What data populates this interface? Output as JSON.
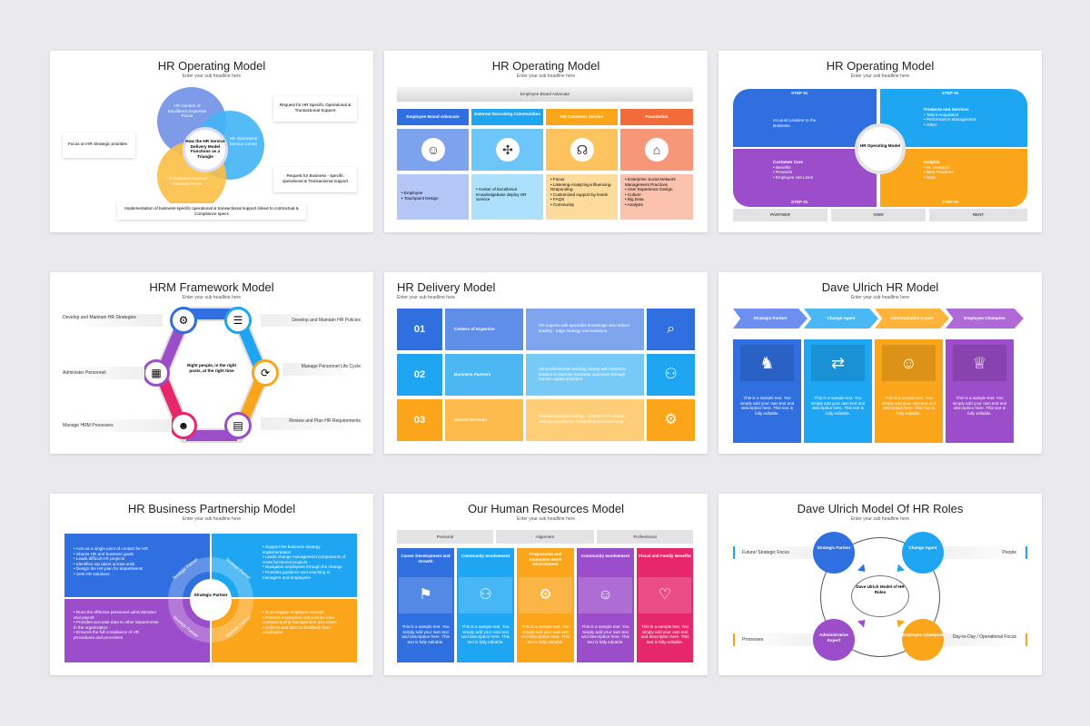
{
  "sub_headline": "Enter your sub headline here",
  "colors": {
    "blue": "#2f6fe0",
    "lightblue": "#1ea6f2",
    "orange": "#fba51b",
    "purple": "#9b4dca",
    "red": "#f5475d",
    "teal": "#1b9fe8"
  },
  "s1": {
    "title": "HR Operating Model",
    "circle_top": "HR Centers of Excellence Expertise Focus",
    "circle_right": "HR Operations Service Centre",
    "circle_bottom": "HR Business Partners Business Focus",
    "center": "How the HR Service Delivery Model Functions as a Triangle",
    "box_left": "Focus on HR Strategic priorities",
    "box_tr": "Request for HR Specific Operational & Transactional Support",
    "box_br": "Request for Business - specific operational & Transactional support",
    "box_bottom": "Implementation of business-specific operational & transactional support linked to contractual & Compliance specs"
  },
  "s2": {
    "title": "HR Operating Model",
    "top_bar": "Employee Brand Advocate",
    "headers": [
      "Employee Brand Advocate",
      "External Recruiting Communities",
      "HR Customer Service",
      "Foundation"
    ],
    "icons": [
      "person-icon",
      "network-icon",
      "headset-icon",
      "building-icon"
    ],
    "lists": [
      [
        "Employee",
        "Touchpoint Design"
      ],
      [
        "Center of Excellence Knowledgebase deploy HR Service"
      ],
      [
        "Focus",
        "Listening-Analyzing-influencing-Responding",
        "Customized support by levels",
        "FAQS",
        "Community"
      ],
      [
        "Enterprise Social Network Management Practices",
        "User Experience Design",
        "Culture",
        "Big Data",
        "Analysis"
      ]
    ]
  },
  "s3": {
    "title": "HR Operating Model",
    "step": "STEP 01",
    "center": "HR Operating Model",
    "q1": "Account Leaders to the Business",
    "q2_title": "Products and Services",
    "q2_items": [
      "Talent Acquisition",
      "Performance Management",
      "Other"
    ],
    "q3_title": "Customer Care",
    "q3_items": [
      "Benefits",
      "Rewards",
      "Employee Hot Lines"
    ],
    "q4_title": "Insights",
    "q4_items": [
      "Hr. Analytics",
      "Next Practices",
      "Data"
    ],
    "footer": [
      "PARTNER",
      "OWN",
      "RENT"
    ]
  },
  "s4": {
    "title": "HRM Framework Model",
    "center": "Right people, in the right posts, at the right time",
    "left": [
      "Develop and Maintain HR Strategies",
      "Administer Personnel",
      "Manage HRM Processes"
    ],
    "right": [
      "Develop and Maintain HR Policies",
      "Manage Personnel Life Cycle",
      "Review and Plan HR Requirements"
    ]
  },
  "s5": {
    "title": "HR Delivery Model",
    "rows": [
      {
        "num": "01",
        "label": "Centers of Expertise",
        "desc": "HR experts with specialist knowledge who deliver leading - edge strategy and solutions"
      },
      {
        "num": "02",
        "label": "Business Partners",
        "desc": "HR professionals working closely with business leaders to improve business outcomes through human capital solutions"
      },
      {
        "num": "03",
        "label": "Shared Services",
        "desc": "Standardized/technology - enabled HR service delivery excellence. Streamlined transactional"
      }
    ]
  },
  "s6": {
    "title": "Dave Ulrich HR Model",
    "headers": [
      "Strategic Partner",
      "Change Agent",
      "Administrative Expert",
      "Employee Champion"
    ],
    "body": "This is a sample text. You simply add your own text and description here. This text is fully editable."
  },
  "s7": {
    "title": "HR Business Partnership Model",
    "center": "Strategic Partner",
    "ring_label": "Strategic Partner",
    "q1": [
      "Acts as a single point of contact for HR",
      "Shares HR and business goals",
      "Leads difficult HR projects",
      "Identifies top talent across units",
      "Design the HR plan for departments",
      "Sets HR solutions"
    ],
    "q2": [
      "Support the business strategy implementation",
      "Leads change management components of cross functional projects",
      "Navigates employees through the change",
      "Provides guidance and coaching to managers and employees"
    ],
    "q3": [
      "Runs the effective personnel administration and payroll",
      "Provides accurate data to other departments in the organization",
      "Ensures the full compliance of HR procedures and processes"
    ],
    "q4": [
      "Runs regular employee surveys",
      "Protects employees and policies from constant during management processes",
      "Collects and acts on feedback from employees"
    ]
  },
  "s8": {
    "title": "Our Human Resources Model",
    "groups": [
      "Personal",
      "Alignment",
      "Professional"
    ],
    "headers": [
      "Career Development and Growth",
      "Community Involvement",
      "Progressive and Innovative Work Environment",
      "Community Involvement",
      "Fiscal and Family Benefits"
    ],
    "body": "This is a sample text. You simply add your own text and description here. This text is fully editable."
  },
  "s9": {
    "title": "Dave Ulrich Model Of HR Roles",
    "center": "Dave Ulrich Model of HR Roles",
    "nodes": [
      "Strategic Partner",
      "Change Agent",
      "Administrative Expert",
      "Employee Champion"
    ],
    "axis": [
      "Future/ Strategic Focus",
      "People",
      "Processes",
      "Day-to-Day / Operational Focus"
    ]
  }
}
